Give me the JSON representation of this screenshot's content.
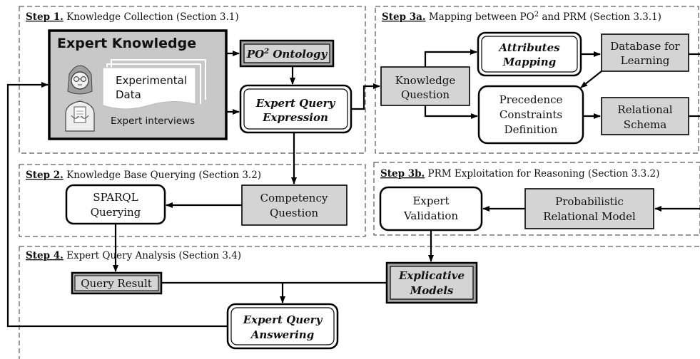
{
  "steps": {
    "s1": {
      "tag": "Step 1.",
      "text": " Knowledge Collection (Section 3.1)"
    },
    "s2": {
      "tag": "Step 2.",
      "text": " Knowledge Base Querying (Section 3.2)"
    },
    "s3a": {
      "tag": "Step 3a.",
      "text": " Mapping between PO",
      "sup": "2",
      "text2": " and PRM (Section 3.3.1)"
    },
    "s3b": {
      "tag": "Step 3b.",
      "text": " PRM Exploitation for Reasoning (Section 3.3.2)"
    },
    "s4": {
      "tag": "Step 4.",
      "text": " Expert Query Analysis (Section 3.4)"
    }
  },
  "nodes": {
    "expert_knowledge": {
      "title": "Expert Knowledge",
      "doc_line1": "Experimental",
      "doc_line2": "Data",
      "caption": "Expert interviews"
    },
    "po2_ontology": {
      "text": "PO",
      "sup": "2",
      "text2": " Ontology"
    },
    "expert_query_expression": {
      "line1": "Expert Query",
      "line2": "Expression"
    },
    "knowledge_question": {
      "line1": "Knowledge",
      "line2": "Question"
    },
    "attributes_mapping": {
      "line1": "Attributes",
      "line2": "Mapping"
    },
    "database_for_learning": {
      "line1": "Database for",
      "line2": "Learning"
    },
    "precedence_constraints": {
      "line1": "Precedence",
      "line2": "Constraints",
      "line3": "Definition"
    },
    "relational_schema": {
      "line1": "Relational",
      "line2": "Schema"
    },
    "sparql_querying": {
      "line1": "SPARQL",
      "line2": "Querying"
    },
    "competency_question": {
      "line1": "Competency",
      "line2": "Question"
    },
    "expert_validation": {
      "line1": "Expert",
      "line2": "Validation"
    },
    "prm": {
      "line1": "Probabilistic",
      "line2": "Relational Model"
    },
    "query_result": {
      "text": "Query Result"
    },
    "explicative_models": {
      "line1": "Explicative",
      "line2": "Models"
    },
    "expert_query_answering": {
      "line1": "Expert Query",
      "line2": "Answering"
    }
  },
  "colors": {
    "box_fill": "#d4d4d4",
    "dark_fill": "#bdbdbd",
    "stroke": "#000000",
    "section_stroke": "#333333"
  },
  "icons": [
    "expert-person-icon",
    "document-stack-icon"
  ]
}
